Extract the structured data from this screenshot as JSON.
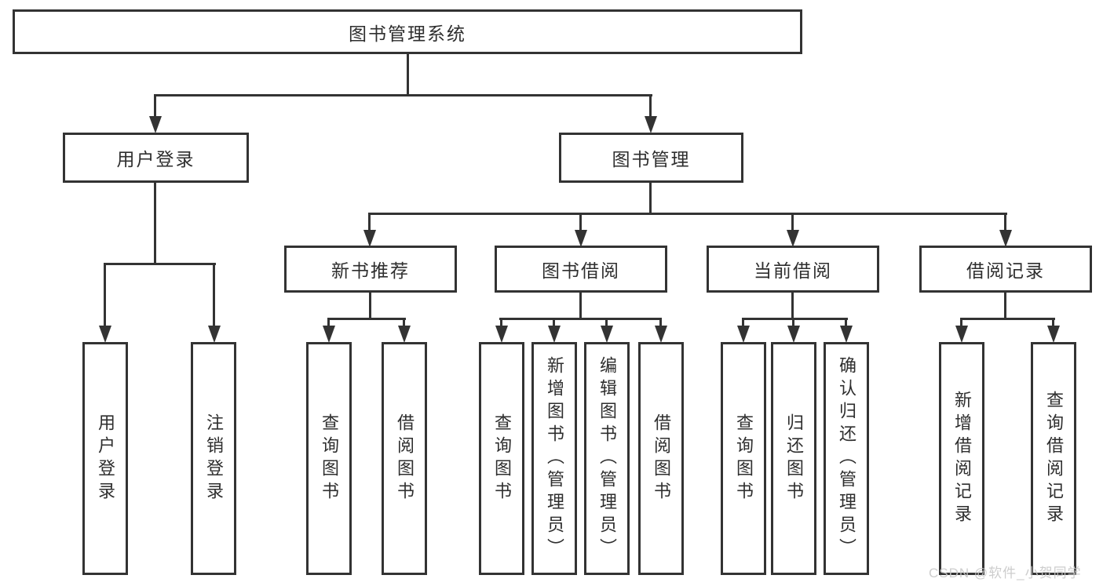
{
  "diagram": {
    "type": "tree",
    "title": "图书管理系统",
    "line_color": "#333333",
    "box_border_color": "#333333",
    "text_color": "#2e2e2e",
    "background_color": "#ffffff"
  },
  "nodes": {
    "root": {
      "label": "图书管理系统",
      "level": 1
    },
    "user_login": {
      "label": "用户登录",
      "level": 2
    },
    "book_mgmt": {
      "label": "图书管理",
      "level": 2
    },
    "new_book_rec": {
      "label": "新书推荐",
      "level": 3
    },
    "book_borrow": {
      "label": "图书借阅",
      "level": 3
    },
    "current_borrow": {
      "label": "当前借阅",
      "level": 3
    },
    "borrow_records": {
      "label": "借阅记录",
      "level": 3
    },
    "ul_user_login": {
      "label": "用户登录",
      "level": 4
    },
    "ul_logout": {
      "label": "注销登录",
      "level": 4
    },
    "nb_query_book": {
      "label": "查询图书",
      "level": 4
    },
    "nb_borrow_book": {
      "label": "借阅图书",
      "level": 4
    },
    "bb_query_book": {
      "label": "查询图书",
      "level": 4
    },
    "bb_add_book": {
      "label": "新增图书（管理员）",
      "level": 4
    },
    "bb_edit_book": {
      "label": "编辑图书（管理员）",
      "level": 4
    },
    "bb_borrow_book": {
      "label": "借阅图书",
      "level": 4
    },
    "cb_query_book": {
      "label": "查询图书",
      "level": 4
    },
    "cb_return_book": {
      "label": "归还图书",
      "level": 4
    },
    "cb_confirm_return": {
      "label": "确认归还（管理员）",
      "level": 4
    },
    "br_add_record": {
      "label": "新增借阅记录",
      "level": 4
    },
    "br_query_record": {
      "label": "查询借阅记录",
      "level": 4
    }
  },
  "hierarchy": {
    "图书管理系统": {
      "用户登录": [
        "用户登录",
        "注销登录"
      ],
      "图书管理": {
        "新书推荐": [
          "查询图书",
          "借阅图书"
        ],
        "图书借阅": [
          "查询图书",
          "新增图书（管理员）",
          "编辑图书（管理员）",
          "借阅图书"
        ],
        "当前借阅": [
          "查询图书",
          "归还图书",
          "确认归还（管理员）"
        ],
        "借阅记录": [
          "新增借阅记录",
          "查询借阅记录"
        ]
      }
    }
  },
  "watermark": {
    "text": "CSDN @软件_小贺同学",
    "color": "#c8c8c8"
  }
}
